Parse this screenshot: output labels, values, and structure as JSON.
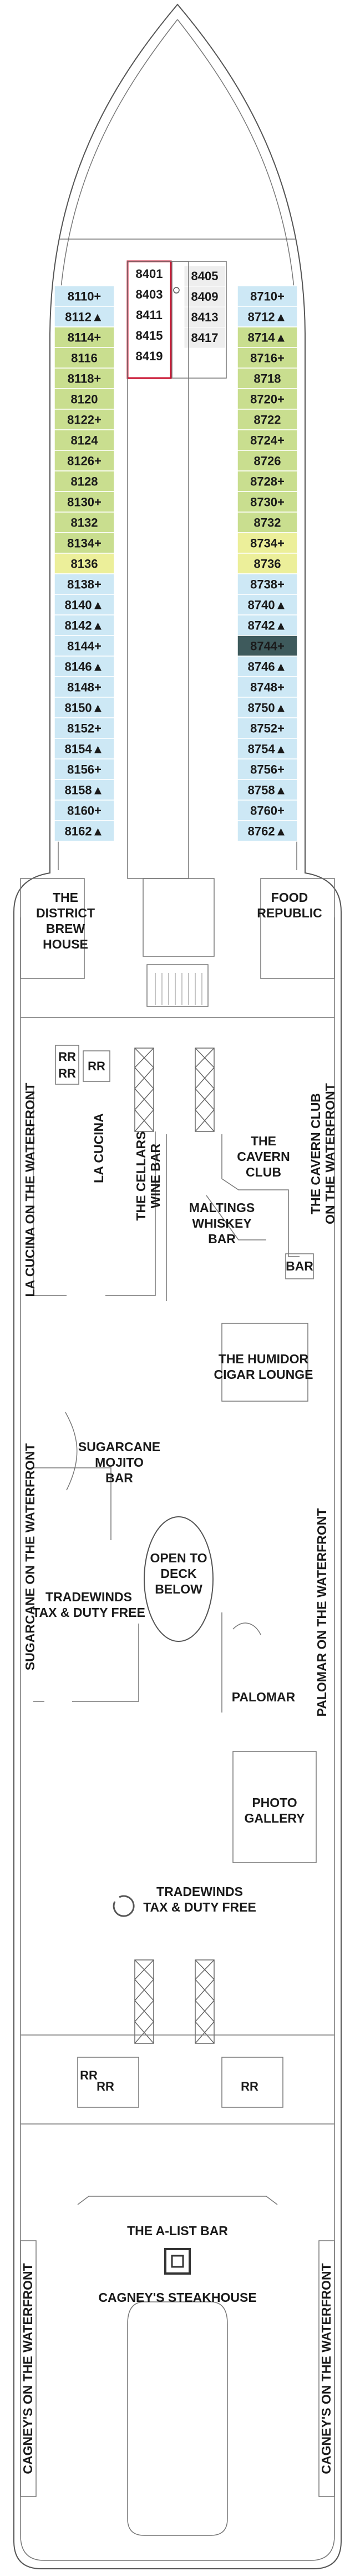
{
  "colors": {
    "blue": "#cde8f5",
    "green": "#c9de8f",
    "yellow": "#ecef9a",
    "dark": "#3e5a5c",
    "suite_outline": "#c8102e",
    "hull": "#444444"
  },
  "icons": {
    "plus": "accessible-plus-icon",
    "triangle": "balcony-triangle-icon"
  },
  "cabins": {
    "fwd_left": [
      {
        "label": "8401",
        "tone": "red"
      },
      {
        "label": "8403",
        "tone": "red"
      },
      {
        "label": "8411",
        "tone": "red"
      },
      {
        "label": "8415",
        "tone": "red"
      },
      {
        "label": "8419",
        "tone": "red"
      }
    ],
    "fwd_right": [
      {
        "label": "8405",
        "tone": "grey"
      },
      {
        "label": "8409",
        "tone": "grey"
      },
      {
        "label": "8413",
        "tone": "grey"
      },
      {
        "label": "8417",
        "tone": "grey"
      }
    ],
    "port": [
      {
        "label": "8110+",
        "tone": "blue"
      },
      {
        "label": "8112▲",
        "tone": "blue"
      },
      {
        "label": "8114+",
        "tone": "green"
      },
      {
        "label": "8116",
        "tone": "green"
      },
      {
        "label": "8118+",
        "tone": "green"
      },
      {
        "label": "8120",
        "tone": "green"
      },
      {
        "label": "8122+",
        "tone": "green"
      },
      {
        "label": "8124",
        "tone": "green"
      },
      {
        "label": "8126+",
        "tone": "green"
      },
      {
        "label": "8128",
        "tone": "green"
      },
      {
        "label": "8130+",
        "tone": "green"
      },
      {
        "label": "8132",
        "tone": "green"
      },
      {
        "label": "8134+",
        "tone": "green"
      },
      {
        "label": "8136",
        "tone": "yellow"
      },
      {
        "label": "8138+",
        "tone": "blue"
      },
      {
        "label": "8140▲",
        "tone": "blue"
      },
      {
        "label": "8142▲",
        "tone": "blue"
      },
      {
        "label": "8144+",
        "tone": "blue"
      },
      {
        "label": "8146▲",
        "tone": "blue"
      },
      {
        "label": "8148+",
        "tone": "blue"
      },
      {
        "label": "8150▲",
        "tone": "blue"
      },
      {
        "label": "8152+",
        "tone": "blue"
      },
      {
        "label": "8154▲",
        "tone": "blue"
      },
      {
        "label": "8156+",
        "tone": "blue"
      },
      {
        "label": "8158▲",
        "tone": "blue"
      },
      {
        "label": "8160+",
        "tone": "blue"
      },
      {
        "label": "8162▲",
        "tone": "blue"
      }
    ],
    "starboard": [
      {
        "label": "8710+",
        "tone": "blue"
      },
      {
        "label": "8712▲",
        "tone": "blue"
      },
      {
        "label": "8714▲",
        "tone": "green"
      },
      {
        "label": "8716+",
        "tone": "green"
      },
      {
        "label": "8718",
        "tone": "green"
      },
      {
        "label": "8720+",
        "tone": "green"
      },
      {
        "label": "8722",
        "tone": "green"
      },
      {
        "label": "8724+",
        "tone": "green"
      },
      {
        "label": "8726",
        "tone": "green"
      },
      {
        "label": "8728+",
        "tone": "green"
      },
      {
        "label": "8730+",
        "tone": "green"
      },
      {
        "label": "8732",
        "tone": "green"
      },
      {
        "label": "8734+",
        "tone": "yellow"
      },
      {
        "label": "8736",
        "tone": "yellow"
      },
      {
        "label": "8738+",
        "tone": "blue"
      },
      {
        "label": "8740▲",
        "tone": "blue"
      },
      {
        "label": "8742▲",
        "tone": "blue"
      },
      {
        "label": "8744+",
        "tone": "dark"
      },
      {
        "label": "8746▲",
        "tone": "blue"
      },
      {
        "label": "8748+",
        "tone": "blue"
      },
      {
        "label": "8750▲",
        "tone": "blue"
      },
      {
        "label": "8752+",
        "tone": "blue"
      },
      {
        "label": "8754▲",
        "tone": "blue"
      },
      {
        "label": "8756+",
        "tone": "blue"
      },
      {
        "label": "8758▲",
        "tone": "blue"
      },
      {
        "label": "8760+",
        "tone": "blue"
      },
      {
        "label": "8762▲",
        "tone": "blue"
      }
    ]
  },
  "venues": {
    "district_brew_house": [
      "THE",
      "DISTRICT",
      "BREW",
      "HOUSE"
    ],
    "food_republic": [
      "FOOD",
      "REPUBLIC"
    ],
    "la_cucina": "LA CUCINA",
    "la_cucina_waterfront": "LA CUCINA ON THE WATERFRONT",
    "cellars": [
      "THE CELLARS",
      "WINE BAR"
    ],
    "cavern_club": [
      "THE",
      "CAVERN",
      "CLUB"
    ],
    "cavern_club_waterfront": [
      "THE CAVERN CLUB",
      "ON THE WATERFRONT"
    ],
    "maltings": [
      "MALTINGS",
      "WHISKEY",
      "BAR"
    ],
    "bar": "BAR",
    "humidor": [
      "THE HUMIDOR",
      "CIGAR LOUNGE"
    ],
    "sugarcane_mojito": [
      "SUGARCANE",
      "MOJITO",
      "BAR"
    ],
    "sugarcane_waterfront": "SUGARCANE ON THE WATERFRONT",
    "open_to_deck": [
      "OPEN TO",
      "DECK",
      "BELOW"
    ],
    "tradewinds_1": [
      "TRADEWINDS",
      "TAX & DUTY FREE"
    ],
    "palomar": "PALOMAR",
    "palomar_waterfront": "PALOMAR ON THE WATERFRONT",
    "photo_gallery": [
      "PHOTO",
      "GALLERY"
    ],
    "tradewinds_2": [
      "TRADEWINDS",
      "TAX & DUTY FREE"
    ],
    "a_list_bar": "THE A-LIST BAR",
    "cagneys": "CAGNEY'S STEAKHOUSE",
    "cagneys_waterfront_left": "CAGNEY'S ON THE WATERFRONT",
    "cagneys_waterfront_right": "CAGNEY'S ON THE WATERFRONT",
    "rr": "RR"
  }
}
